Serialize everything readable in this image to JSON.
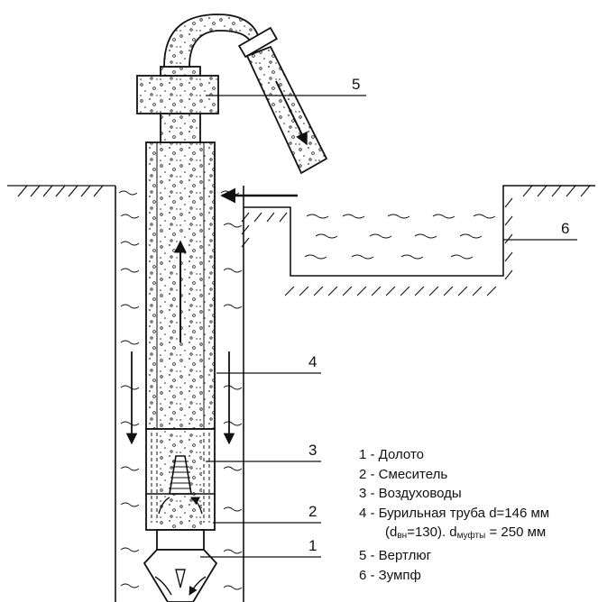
{
  "callouts": [
    {
      "num": "1"
    },
    {
      "num": "2"
    },
    {
      "num": "3"
    },
    {
      "num": "4"
    },
    {
      "num": "5"
    },
    {
      "num": "6"
    }
  ],
  "legend": {
    "item1": "1 - Долото",
    "item2": "2 - Смеситель",
    "item3": "3 - Воздуховоды",
    "item4": "4 - Бурильная труба d=146 мм",
    "item4_cont_open": "(d",
    "item4_sub1": "вн",
    "item4_cont_mid": "=130). d",
    "item4_sub2": "муфты",
    "item4_cont_end": " = 250 мм",
    "item5": "5 - Вертлюг",
    "item6": "6 - Зумпф"
  }
}
